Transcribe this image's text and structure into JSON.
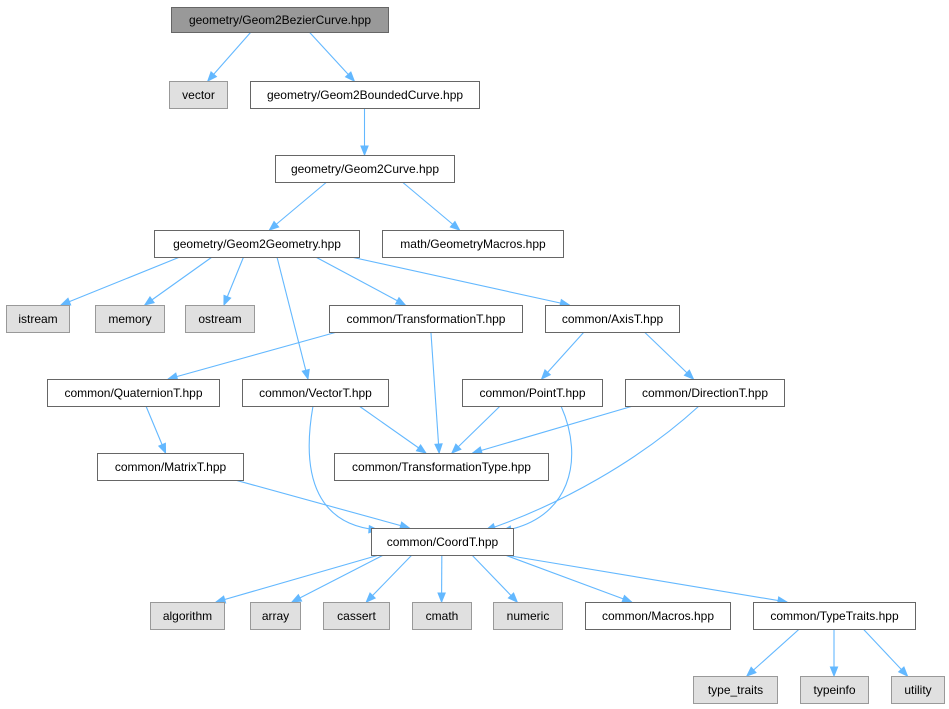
{
  "colors": {
    "root_fill": "#999999",
    "root_stroke": "#666666",
    "local_fill": "#ffffff",
    "local_stroke": "#666666",
    "system_fill": "#e0e0e0",
    "system_stroke": "#999999",
    "edge": "#63b8ff"
  },
  "nodes": [
    {
      "id": "geom2beziercurve",
      "label": "geometry/Geom2BezierCurve.hpp",
      "kind": "root"
    },
    {
      "id": "vector",
      "label": "vector",
      "kind": "system"
    },
    {
      "id": "geom2boundedcurve",
      "label": "geometry/Geom2BoundedCurve.hpp",
      "kind": "local"
    },
    {
      "id": "geom2curve",
      "label": "geometry/Geom2Curve.hpp",
      "kind": "local"
    },
    {
      "id": "geom2geometry",
      "label": "geometry/Geom2Geometry.hpp",
      "kind": "local"
    },
    {
      "id": "geometrymacros",
      "label": "math/GeometryMacros.hpp",
      "kind": "local"
    },
    {
      "id": "istream",
      "label": "istream",
      "kind": "system"
    },
    {
      "id": "memory",
      "label": "memory",
      "kind": "system"
    },
    {
      "id": "ostream",
      "label": "ostream",
      "kind": "system"
    },
    {
      "id": "transformationt",
      "label": "common/TransformationT.hpp",
      "kind": "local"
    },
    {
      "id": "axist",
      "label": "common/AxisT.hpp",
      "kind": "local"
    },
    {
      "id": "quaterniont",
      "label": "common/QuaternionT.hpp",
      "kind": "local"
    },
    {
      "id": "vectort",
      "label": "common/VectorT.hpp",
      "kind": "local"
    },
    {
      "id": "pointt",
      "label": "common/PointT.hpp",
      "kind": "local"
    },
    {
      "id": "directiont",
      "label": "common/DirectionT.hpp",
      "kind": "local"
    },
    {
      "id": "matrixt",
      "label": "common/MatrixT.hpp",
      "kind": "local"
    },
    {
      "id": "transformationtype",
      "label": "common/TransformationType.hpp",
      "kind": "local"
    },
    {
      "id": "coordt",
      "label": "common/CoordT.hpp",
      "kind": "local"
    },
    {
      "id": "algorithm",
      "label": "algorithm",
      "kind": "system"
    },
    {
      "id": "array",
      "label": "array",
      "kind": "system"
    },
    {
      "id": "cassert",
      "label": "cassert",
      "kind": "system"
    },
    {
      "id": "cmath",
      "label": "cmath",
      "kind": "system"
    },
    {
      "id": "numeric",
      "label": "numeric",
      "kind": "system"
    },
    {
      "id": "macros",
      "label": "common/Macros.hpp",
      "kind": "local"
    },
    {
      "id": "typetraits",
      "label": "common/TypeTraits.hpp",
      "kind": "local"
    },
    {
      "id": "type_traits",
      "label": "type_traits",
      "kind": "system"
    },
    {
      "id": "typeinfo",
      "label": "typeinfo",
      "kind": "system"
    },
    {
      "id": "utility",
      "label": "utility",
      "kind": "system"
    }
  ],
  "edges": [
    {
      "from": "geom2beziercurve",
      "to": "vector"
    },
    {
      "from": "geom2beziercurve",
      "to": "geom2boundedcurve"
    },
    {
      "from": "geom2boundedcurve",
      "to": "geom2curve"
    },
    {
      "from": "geom2curve",
      "to": "geom2geometry"
    },
    {
      "from": "geom2curve",
      "to": "geometrymacros"
    },
    {
      "from": "geom2geometry",
      "to": "istream"
    },
    {
      "from": "geom2geometry",
      "to": "memory"
    },
    {
      "from": "geom2geometry",
      "to": "ostream"
    },
    {
      "from": "geom2geometry",
      "to": "transformationt"
    },
    {
      "from": "geom2geometry",
      "to": "axist"
    },
    {
      "from": "geom2geometry",
      "to": "vectort"
    },
    {
      "from": "transformationt",
      "to": "quaterniont"
    },
    {
      "from": "transformationt",
      "to": "transformationtype"
    },
    {
      "from": "axist",
      "to": "pointt"
    },
    {
      "from": "axist",
      "to": "directiont"
    },
    {
      "from": "quaterniont",
      "to": "matrixt"
    },
    {
      "from": "vectort",
      "to": "transformationtype"
    },
    {
      "from": "vectort",
      "to": "coordt"
    },
    {
      "from": "pointt",
      "to": "transformationtype"
    },
    {
      "from": "pointt",
      "to": "coordt"
    },
    {
      "from": "directiont",
      "to": "transformationtype"
    },
    {
      "from": "directiont",
      "to": "coordt"
    },
    {
      "from": "matrixt",
      "to": "coordt"
    },
    {
      "from": "coordt",
      "to": "algorithm"
    },
    {
      "from": "coordt",
      "to": "array"
    },
    {
      "from": "coordt",
      "to": "cassert"
    },
    {
      "from": "coordt",
      "to": "cmath"
    },
    {
      "from": "coordt",
      "to": "numeric"
    },
    {
      "from": "coordt",
      "to": "macros"
    },
    {
      "from": "coordt",
      "to": "typetraits"
    },
    {
      "from": "typetraits",
      "to": "type_traits"
    },
    {
      "from": "typetraits",
      "to": "typeinfo"
    },
    {
      "from": "typetraits",
      "to": "utility"
    }
  ]
}
